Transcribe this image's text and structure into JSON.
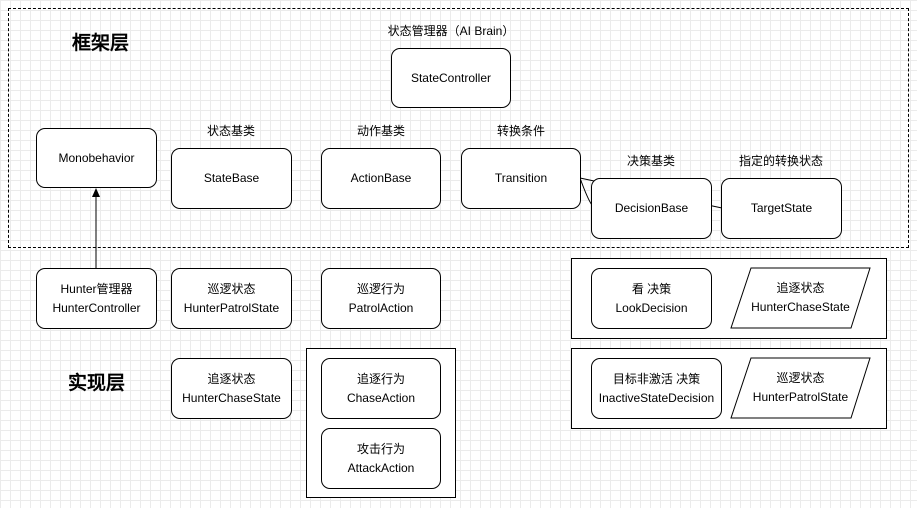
{
  "framework": {
    "title": "框架层",
    "brain_caption": "状态管理器（AI Brain）",
    "state_controller": "StateController",
    "monobehavior": "Monobehavior",
    "state_base_caption": "状态基类",
    "state_base": "StateBase",
    "action_base_caption": "动作基类",
    "action_base": "ActionBase",
    "transition_caption": "转换条件",
    "transition": "Transition",
    "decision_base_caption": "决策基类",
    "decision_base": "DecisionBase",
    "target_state_caption": "指定的转换状态",
    "target_state": "TargetState"
  },
  "implementation": {
    "title": "实现层",
    "hunter_controller": {
      "cn": "Hunter管理器",
      "en": "HunterController"
    },
    "hunter_patrol_state": {
      "cn": "巡逻状态",
      "en": "HunterPatrolState"
    },
    "patrol_action": {
      "cn": "巡逻行为",
      "en": "PatrolAction"
    },
    "hunter_chase_state": {
      "cn": "追逐状态",
      "en": "HunterChaseState"
    },
    "chase_action": {
      "cn": "追逐行为",
      "en": "ChaseAction"
    },
    "attack_action": {
      "cn": "攻击行为",
      "en": "AttackAction"
    },
    "look_decision": {
      "cn": "看 决策",
      "en": "LookDecision"
    },
    "look_target": {
      "cn": "追逐状态",
      "en": "HunterChaseState"
    },
    "inactive_decision": {
      "cn": "目标非激活 决策",
      "en": "InactiveStateDecision"
    },
    "inactive_target": {
      "cn": "巡逻状态",
      "en": "HunterPatrolState"
    }
  },
  "colors": {
    "stroke": "#000000",
    "grid": "#ebebeb",
    "fill": "#ffffff"
  }
}
